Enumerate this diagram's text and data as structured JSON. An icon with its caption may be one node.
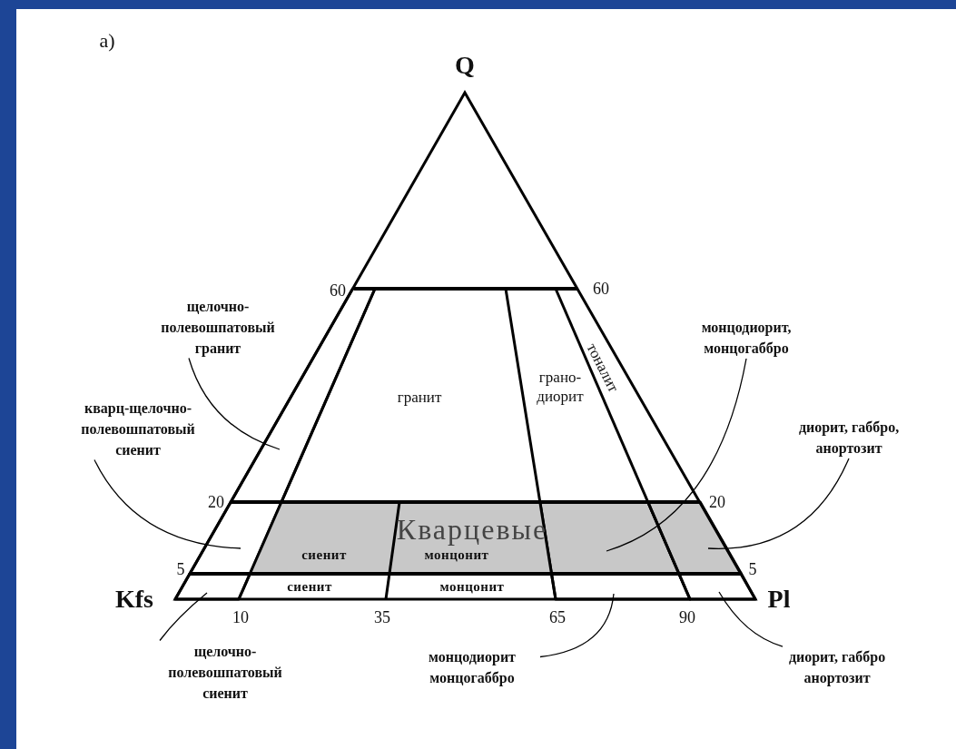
{
  "diagram": {
    "nodes": [
      {
        "text": [
          "щелочно-полевошпатовый гранит"
        ]
      },
      {
        "text": [
          "кварц-щелочно-полевошпатовый сиенит"
        ]
      },
      {
        "text": [
          "монцодиорит, монцогаббро"
        ]
      },
      {
        "text": [
          "диорит, габбро, анортозит"
        ]
      },
      {
        "text": [
          "щелочно-полевошпатовый сиенит"
        ]
      },
      {
        "text": [
          "монцодиорит монцогаббро"
        ]
      },
      {
        "text": [
          "диорит, габбро анортозит"
        ]
      },
      {
        "text": [],
        "shape": "box"
      },
      {
        "text": [],
        "shape": "box"
      },
      {
        "text": [],
        "shape": "box"
      },
      {
        "text": [],
        "shape": "box"
      },
      {
        "text": [],
        "shape": "box"
      },
      {
        "text": [],
        "shape": "box"
      },
      {
        "text": [],
        "shape": "box"
      }
    ],
    "edges": [
      {
        "from": 0,
        "to": 7,
        "arrow": "none"
      },
      {
        "from": 1,
        "to": 8,
        "arrow": "none"
      },
      {
        "from": 2,
        "to": 9,
        "arrow": "none"
      },
      {
        "from": 3,
        "to": 10,
        "arrow": "none"
      },
      {
        "from": 4,
        "to": 11,
        "arrow": "none"
      },
      {
        "from": 5,
        "to": 12,
        "arrow": "none"
      },
      {
        "from": 6,
        "to": 13,
        "arrow": "none"
      }
    ],
    "labels": [
      "a)",
      "Q",
      "60",
      "60",
      "гранит",
      "грано-диорит",
      "тоналит",
      "20",
      "20",
      "Кварцевые",
      "сиенит",
      "монцонит",
      "5",
      "5",
      "Kfs",
      "сиенит",
      "монцонит",
      "Pl",
      "10",
      "35",
      "65",
      "90"
    ]
  }
}
